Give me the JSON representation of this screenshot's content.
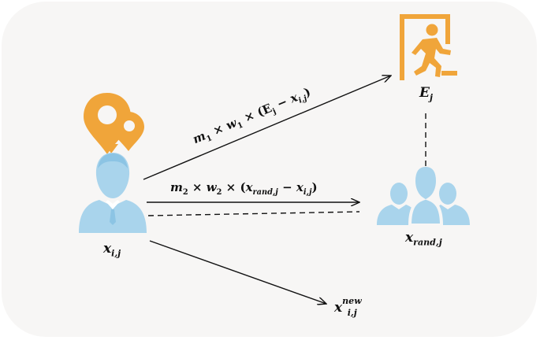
{
  "colors": {
    "panel_bg": "#f7f6f5",
    "accent_orange": "#f0a53a",
    "person_blue": "#a9d4ec",
    "line": "#111111"
  },
  "icons": {
    "location": "location-pin-icon",
    "person": "businessman-icon",
    "exit": "exit-sign-icon",
    "group": "people-group-icon"
  },
  "labels": {
    "x_ij": {
      "base": "x",
      "sub": "i,j"
    },
    "E_j": {
      "base": "E",
      "sub": "j"
    },
    "x_rand_j": {
      "base": "x",
      "sub": "rand,j"
    },
    "x_ij_new": {
      "base": "x",
      "sub": "i,j",
      "sup": "new"
    }
  },
  "equations": {
    "eq1": {
      "m": "m",
      "m_sub": "1",
      "times1": "×",
      "w": "w",
      "w_sub": "1",
      "times2": "×",
      "open": "(",
      "E": "E",
      "E_sub": "j",
      "minus": "−",
      "x": "x",
      "x_sub": "i,j",
      "close": ")"
    },
    "eq2": {
      "m": "m",
      "m_sub": "2",
      "times1": "×",
      "w": "w",
      "w_sub": "2",
      "times2": "×",
      "open": "(",
      "xr": "x",
      "xr_sub": "rand,j",
      "minus": "−",
      "x": "x",
      "x_sub": "i,j",
      "close": ")"
    }
  }
}
